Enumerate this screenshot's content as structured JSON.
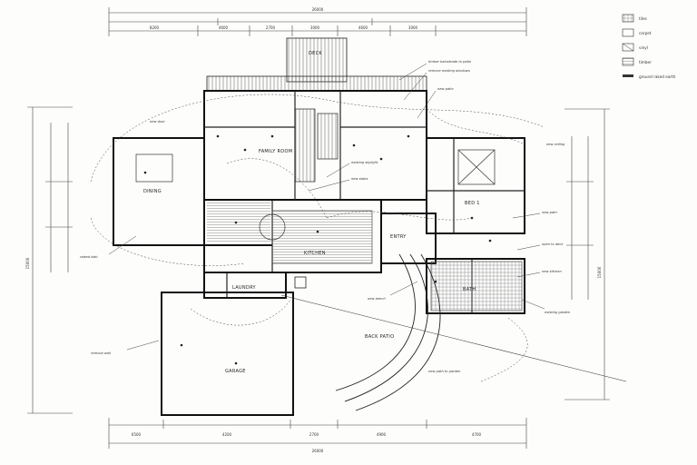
{
  "legend": [
    {
      "label": "tiles",
      "pattern": "grid"
    },
    {
      "label": "carpet",
      "pattern": "blank"
    },
    {
      "label": "vinyl",
      "pattern": "diagonal"
    },
    {
      "label": "timber",
      "pattern": "lines"
    },
    {
      "label": "ground raked earth",
      "pattern": "hatch"
    }
  ],
  "rooms": {
    "garage": "GARAGE",
    "laundry": "LAUNDRY",
    "dining": "DINING",
    "kitchen": "KITCHEN",
    "family": "FAMILY ROOM",
    "deck": "DECK",
    "back": "BACK PATIO",
    "bath": "BATH",
    "bed": "BED 1",
    "entry": "ENTRY"
  },
  "dims": {
    "overall_top": "26000",
    "overall_bottom": "26000",
    "top_1": "8200",
    "top_2": "4600",
    "top_3": "2700",
    "top_4": "3000",
    "top_5": "4600",
    "top_6": "3000",
    "bot_1": "6500",
    "bot_2": "4200",
    "bot_3": "2700",
    "bot_4": "4900",
    "bot_5": "4700",
    "left_total": "15000",
    "right_total": "15000"
  },
  "notes": {
    "n1": "timber balustrade to patio",
    "n2": "remove existing windows",
    "n3": "new patio",
    "n4": "existing skylight",
    "n5": "new stairs",
    "n6": "raised slab",
    "n7": "new path",
    "n8": "open to deck",
    "n9": "new kitchen",
    "n10": "new bench",
    "n11": "new path to garden",
    "n12": "remove wall",
    "n13": "new ceiling",
    "n14": "existing garden",
    "n15": "new door"
  }
}
